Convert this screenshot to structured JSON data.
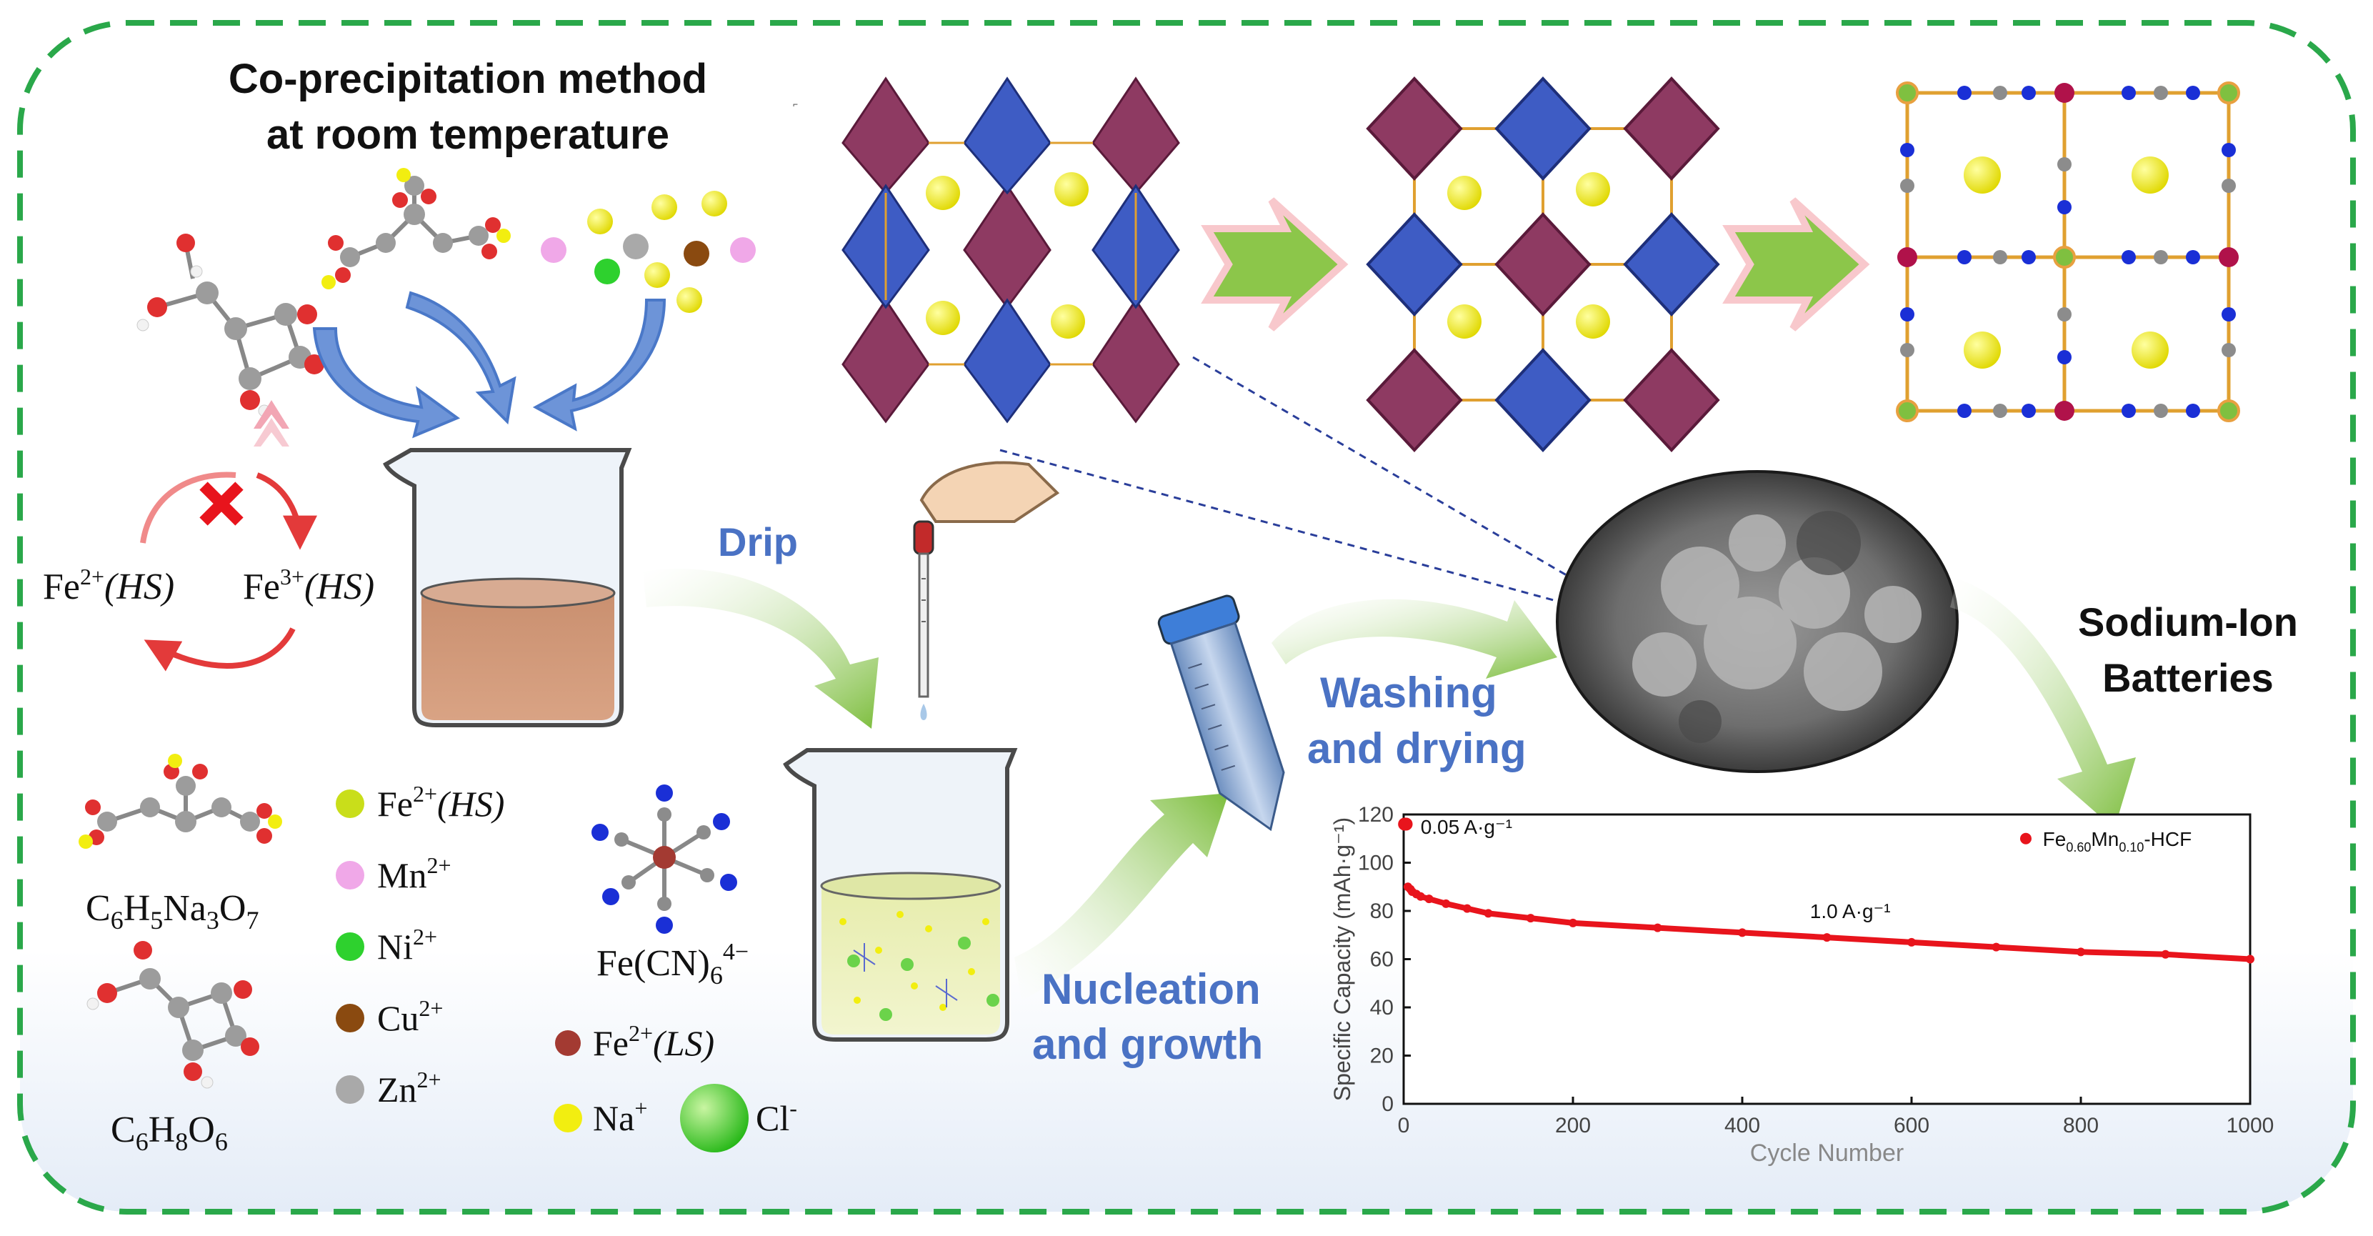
{
  "title": {
    "line1": "Co-precipitation method",
    "line2": "at room temperature"
  },
  "steps": {
    "drip": "Drip",
    "nucleation_line1": "Nucleation",
    "nucleation_line2": "and growth",
    "washing_line1": "Washing",
    "washing_line2": "and drying",
    "sib_line1": "Sodium-Ion",
    "sib_line2": "Batteries"
  },
  "spin": {
    "left_base": "Fe",
    "left_sup": "2+",
    "left_paren": "(HS)",
    "right_base": "Fe",
    "right_sup": "3+",
    "right_paren": "(HS)"
  },
  "molecules": {
    "citrate": [
      "C",
      "6",
      "H",
      "5",
      "Na",
      "3",
      "O",
      "7"
    ],
    "ascorbic": [
      "C",
      "6",
      "H",
      "8",
      "O",
      "6"
    ],
    "ferrocyanide_base": "Fe(CN)",
    "ferrocyanide_sub": "6",
    "ferrocyanide_sup": "4−"
  },
  "ion_legend": [
    {
      "base": "Fe",
      "sup": "2+",
      "suffix": "(HS)",
      "color": "#c9de1a"
    },
    {
      "base": "Mn",
      "sup": "2+",
      "suffix": "",
      "color": "#f0a8e8"
    },
    {
      "base": "Ni",
      "sup": "2+",
      "suffix": "",
      "color": "#2ed12e"
    },
    {
      "base": "Cu",
      "sup": "2+",
      "suffix": "",
      "color": "#8a4a10"
    },
    {
      "base": "Zn",
      "sup": "2+",
      "suffix": "",
      "color": "#a9a9a9"
    }
  ],
  "ion_legend2": [
    {
      "base": "Fe",
      "sup": "2+",
      "suffix": "(LS)",
      "color": "#a33a32"
    },
    {
      "base": "Na",
      "sup": "+",
      "suffix": "",
      "color": "#f2ee10"
    },
    {
      "base": "Cl",
      "sup": "-",
      "suffix": "",
      "color": "#3ecf1e"
    }
  ],
  "colors": {
    "border": "#2aa84a",
    "arrow_blue": "#4a78c8",
    "arrow_green": "#8cc64a",
    "octa_purple": "#8e3a62",
    "octa_blue": "#3e5cc4",
    "cross": "#e8141c",
    "curve_red": "#e33a3a"
  },
  "chart_data": {
    "type": "scatter",
    "title": "",
    "xlabel": "Cycle Number",
    "ylabel": "Specific Capacity (mAh·g⁻¹)",
    "xlim": [
      0,
      1000
    ],
    "ylim": [
      0,
      120
    ],
    "xticks": [
      0,
      200,
      400,
      600,
      800,
      1000
    ],
    "yticks": [
      0,
      20,
      40,
      60,
      80,
      100,
      120
    ],
    "grid": false,
    "legend": "top-right",
    "annotations": [
      "0.05 A·g⁻¹",
      "1.0 A·g⁻¹"
    ],
    "series": [
      {
        "name": "Fe0.60Mn0.10-HCF",
        "name_base": "Fe",
        "name_sub1": "0.60",
        "name_mid": "Mn",
        "name_sub2": "0.10",
        "name_tail": "-HCF",
        "color": "#e8141c",
        "x": [
          1,
          2,
          3,
          5,
          8,
          10,
          15,
          20,
          30,
          50,
          75,
          100,
          150,
          200,
          300,
          400,
          500,
          600,
          700,
          800,
          900,
          1000
        ],
        "y": [
          116,
          116,
          116,
          90,
          89,
          88,
          87,
          86,
          85,
          83,
          81,
          79,
          77,
          75,
          73,
          71,
          69,
          67,
          65,
          63,
          62,
          60
        ]
      }
    ]
  }
}
